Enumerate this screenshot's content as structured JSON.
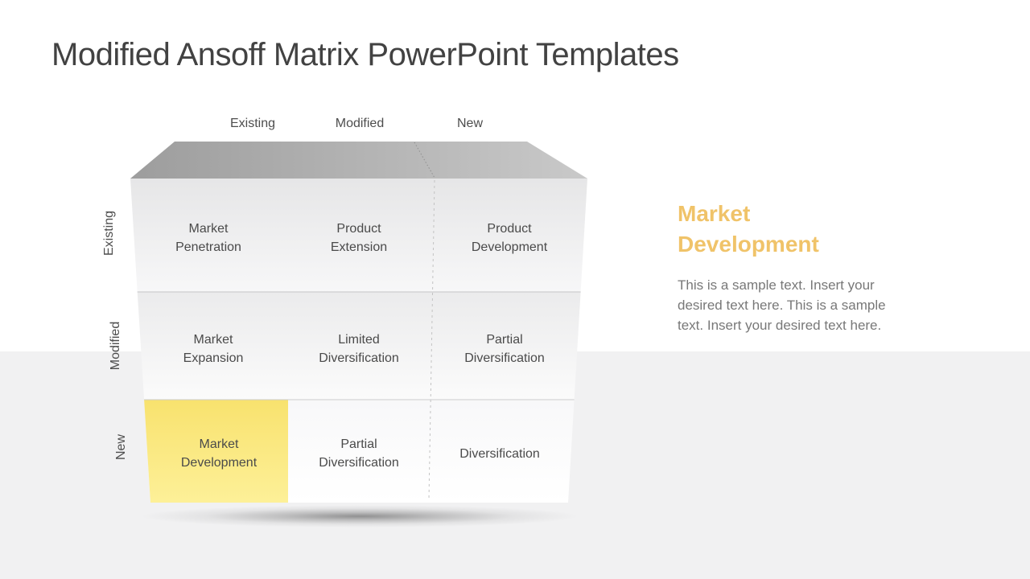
{
  "slide": {
    "title": "Modified Ansoff Matrix PowerPoint Templates"
  },
  "matrix": {
    "column_headers": [
      "Existing",
      "Modified",
      "New"
    ],
    "row_headers": [
      "Existing",
      "Modified",
      "New"
    ],
    "cells": [
      {
        "row": "Existing",
        "column": "Existing",
        "label": "Market Penetration",
        "highlighted": false
      },
      {
        "row": "Existing",
        "column": "Modified",
        "label": "Product Extension",
        "highlighted": false
      },
      {
        "row": "Existing",
        "column": "New",
        "label": "Product Development",
        "highlighted": false
      },
      {
        "row": "Modified",
        "column": "Existing",
        "label": "Market Expansion",
        "highlighted": false
      },
      {
        "row": "Modified",
        "column": "Modified",
        "label": "Limited Diversification",
        "highlighted": false
      },
      {
        "row": "Modified",
        "column": "New",
        "label": "Partial Diversification",
        "highlighted": false
      },
      {
        "row": "New",
        "column": "Existing",
        "label": "Market Development",
        "highlighted": true
      },
      {
        "row": "New",
        "column": "Modified",
        "label": "Partial Diversification",
        "highlighted": false
      },
      {
        "row": "New",
        "column": "New",
        "label": "Diversification",
        "highlighted": false
      }
    ]
  },
  "detail_panel": {
    "heading": "Market Development",
    "body": "This is a sample text. Insert your desired text here. This is a sample text. Insert your desired text here."
  },
  "colors": {
    "accent_gold": "#F0C369",
    "highlight_yellow_top": "#F8E26E",
    "highlight_yellow_bottom": "#FDF098",
    "title_gray": "#424242",
    "body_gray": "#787878",
    "lower_background": "#F1F1F2"
  }
}
